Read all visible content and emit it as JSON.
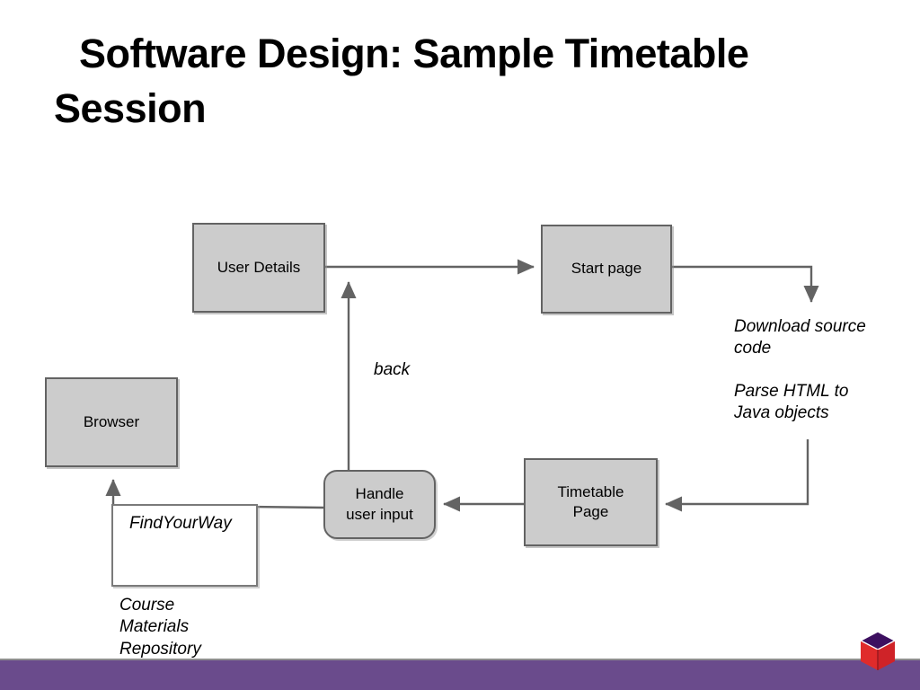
{
  "slide": {
    "title": "Software Design: Sample Timetable\nSession",
    "background_color": "#ffffff",
    "footer_color": "#6a4b8c",
    "node_fill_color": "#cccccc",
    "node_border_color": "#636363"
  },
  "diagram": {
    "nodes": [
      {
        "id": "user-details",
        "label": "User Details",
        "shape": "rect"
      },
      {
        "id": "start-page",
        "label": "Start page",
        "shape": "rect"
      },
      {
        "id": "browser",
        "label": "Browser",
        "shape": "rect"
      },
      {
        "id": "handle-input",
        "label": "Handle\nuser input",
        "shape": "rounded-rect"
      },
      {
        "id": "timetable",
        "label": "Timetable\nPage",
        "shape": "rect"
      },
      {
        "id": "findyourway",
        "label": "FindYourWay",
        "shape": "rect-plain"
      }
    ],
    "annotations": [
      {
        "id": "back",
        "text": "back"
      },
      {
        "id": "download",
        "text": "Download source\ncode"
      },
      {
        "id": "parse",
        "text": "Parse HTML to\nJava objects"
      },
      {
        "id": "repository",
        "text": "Course\nMaterials\nRepository"
      }
    ],
    "edges": [
      {
        "from": "user-details",
        "to": "start-page",
        "label": ""
      },
      {
        "from": "start-page",
        "to": "download",
        "label": ""
      },
      {
        "from": "parse",
        "to": "timetable",
        "label": ""
      },
      {
        "from": "timetable",
        "to": "handle-input",
        "label": ""
      },
      {
        "from": "handle-input",
        "to": "user-details",
        "label": "back"
      },
      {
        "from": "handle-input",
        "to": "browser",
        "label": ""
      }
    ]
  },
  "logo": {
    "name": "cube-logo",
    "front_color": "#e02b2b",
    "side_color": "#b51f24",
    "top_color": "#3d1060"
  }
}
